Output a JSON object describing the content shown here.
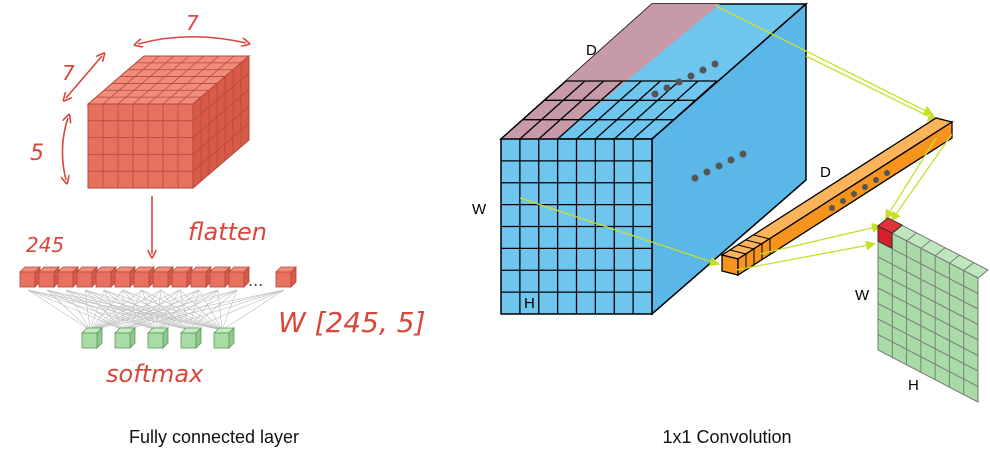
{
  "left_panel": {
    "caption": "Fully connected layer",
    "cube_dim_top": "7",
    "cube_dim_depth": "7",
    "cube_dim_height": "5",
    "flatten_label": "flatten",
    "count_label": "245",
    "weights_label": "W [245, 5]",
    "output_label": "softmax",
    "ellipsis": "..."
  },
  "right_panel": {
    "caption": "1x1 Convolution",
    "volume_depth_label": "D",
    "volume_width_label": "W",
    "volume_height_label": "H",
    "rod_label": "D",
    "output_width_label": "W",
    "output_height_label": "H"
  },
  "colors": {
    "cube_red": "#e8705e",
    "output_green": "#a9dba6",
    "volume_blue": "#6ec6ef",
    "volume_pink": "#c69aa6",
    "rod_orange": "#f7941d",
    "arrow_yellow": "#c8df2a",
    "ink_red": "#d9463a"
  }
}
